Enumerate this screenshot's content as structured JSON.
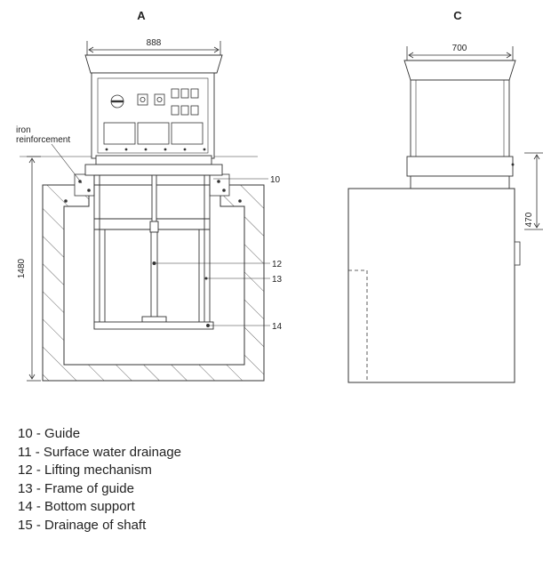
{
  "views": {
    "a": {
      "title": "A"
    },
    "c": {
      "title": "C"
    }
  },
  "dimensions": {
    "width_a": "888",
    "width_c": "700",
    "height_a": "1480",
    "height_c": "470"
  },
  "note": {
    "line1": "iron",
    "line2": "reinforcement"
  },
  "callouts": [
    "10",
    "12",
    "13",
    "14"
  ],
  "legend": [
    {
      "num": "10",
      "label": "Guide"
    },
    {
      "num": "11",
      "label": "Surface water drainage"
    },
    {
      "num": "12",
      "label": "Lifting mechanism"
    },
    {
      "num": "13",
      "label": "Frame of guide"
    },
    {
      "num": "14",
      "label": "Bottom support"
    },
    {
      "num": "15",
      "label": "Drainage of shaft"
    }
  ]
}
